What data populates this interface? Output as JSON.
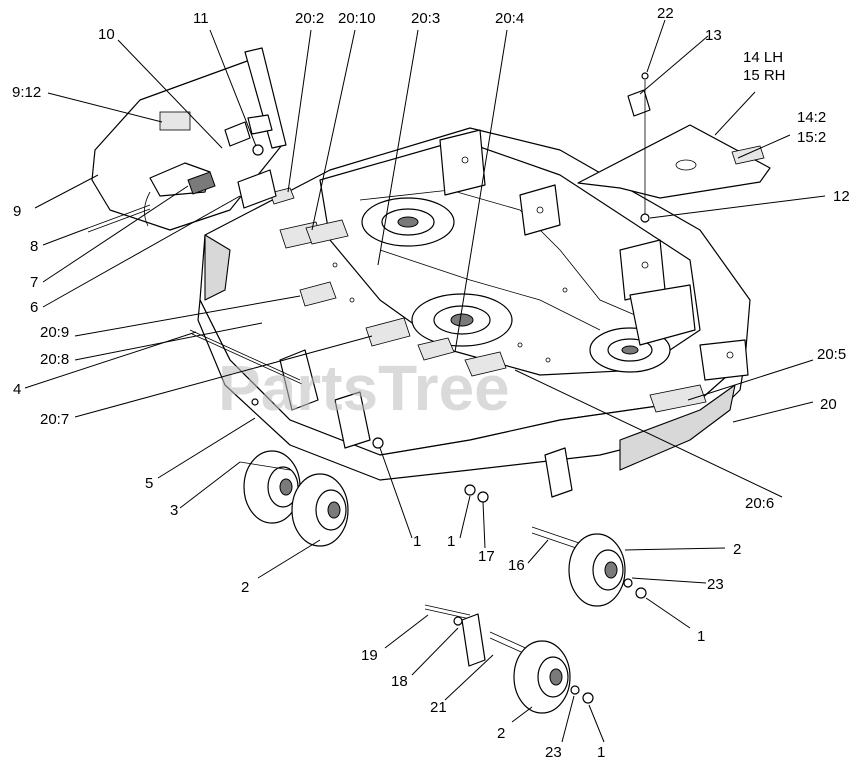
{
  "watermark": "PartsTree",
  "callouts": [
    {
      "id": "c-22",
      "text": "22"
    },
    {
      "id": "c-13",
      "text": "13"
    },
    {
      "id": "c-14lh",
      "text": "14 LH"
    },
    {
      "id": "c-15rh",
      "text": "15 RH"
    },
    {
      "id": "c-14-2",
      "text": "14:2"
    },
    {
      "id": "c-15-2",
      "text": "15:2"
    },
    {
      "id": "c-12",
      "text": "12"
    },
    {
      "id": "c-11",
      "text": "11"
    },
    {
      "id": "c-10",
      "text": "10"
    },
    {
      "id": "c-9-12",
      "text": "9:12"
    },
    {
      "id": "c-9",
      "text": "9"
    },
    {
      "id": "c-8",
      "text": "8"
    },
    {
      "id": "c-7",
      "text": "7"
    },
    {
      "id": "c-6",
      "text": "6"
    },
    {
      "id": "c-20-2",
      "text": "20:2"
    },
    {
      "id": "c-20-10",
      "text": "20:10"
    },
    {
      "id": "c-20-3",
      "text": "20:3"
    },
    {
      "id": "c-20-4",
      "text": "20:4"
    },
    {
      "id": "c-20-9",
      "text": "20:9"
    },
    {
      "id": "c-20-8",
      "text": "20:8"
    },
    {
      "id": "c-4",
      "text": "4"
    },
    {
      "id": "c-20-7",
      "text": "20:7"
    },
    {
      "id": "c-5",
      "text": "5"
    },
    {
      "id": "c-3",
      "text": "3"
    },
    {
      "id": "c-20-5",
      "text": "20:5"
    },
    {
      "id": "c-20",
      "text": "20"
    },
    {
      "id": "c-20-6",
      "text": "20:6"
    },
    {
      "id": "c-1a",
      "text": "1"
    },
    {
      "id": "c-1b",
      "text": "1"
    },
    {
      "id": "c-17",
      "text": "17"
    },
    {
      "id": "c-2a",
      "text": "2"
    },
    {
      "id": "c-16",
      "text": "16"
    },
    {
      "id": "c-2b",
      "text": "2"
    },
    {
      "id": "c-23a",
      "text": "23"
    },
    {
      "id": "c-1c",
      "text": "1"
    },
    {
      "id": "c-19",
      "text": "19"
    },
    {
      "id": "c-18",
      "text": "18"
    },
    {
      "id": "c-21",
      "text": "21"
    },
    {
      "id": "c-2c",
      "text": "2"
    },
    {
      "id": "c-23b",
      "text": "23"
    },
    {
      "id": "c-1d",
      "text": "1"
    }
  ]
}
